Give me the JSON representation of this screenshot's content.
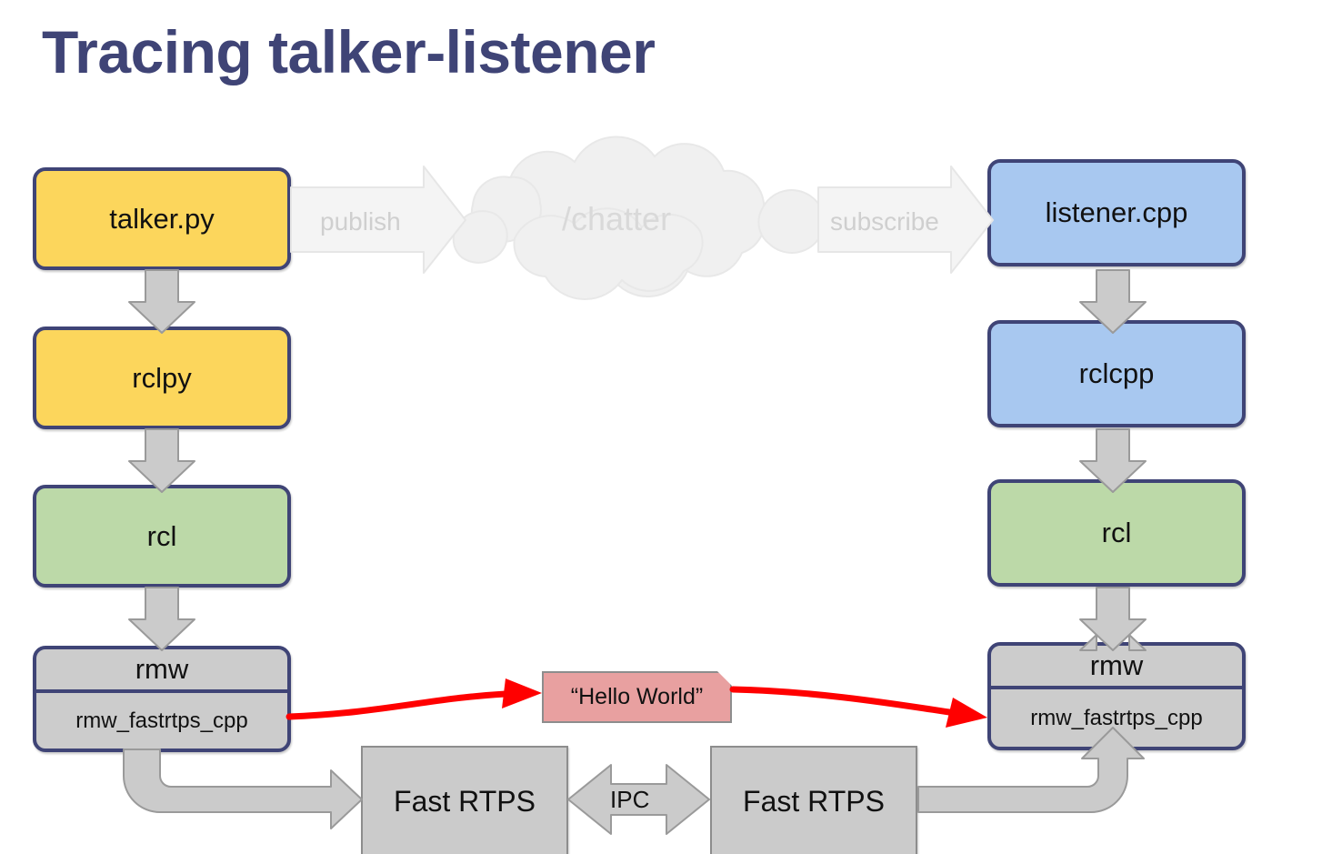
{
  "page": {
    "title": "Tracing talker-listener",
    "background": "#ffffff"
  },
  "colors": {
    "title": "#3f4476",
    "node_border": "#3f4476",
    "python_node": "#fcd65c",
    "cpp_node": "#a8c8f0",
    "rcl_node": "#bcd9a8",
    "rmw_node": "#cccccc",
    "plain_node": "#cbcbcb",
    "message_node": "#e8a0a0",
    "message_arrow": "#ff0000",
    "block_arrow": "#cbcbcb",
    "faded": "#e6e6e6"
  },
  "diagram": {
    "type": "flow-diagram",
    "left_stack": {
      "name": "talker-stack",
      "nodes": [
        {
          "id": "talker-py",
          "label": "talker.py",
          "style": "yellow"
        },
        {
          "id": "rclpy",
          "label": "rclpy",
          "style": "yellow"
        },
        {
          "id": "rcl-left",
          "label": "rcl",
          "style": "green"
        },
        {
          "id": "rmw-left",
          "label": "rmw",
          "sublabel": "rmw_fastrtps_cpp",
          "style": "grey"
        }
      ]
    },
    "right_stack": {
      "name": "listener-stack",
      "nodes": [
        {
          "id": "listener-cpp",
          "label": "listener.cpp",
          "style": "blue"
        },
        {
          "id": "rclcpp",
          "label": "rclcpp",
          "style": "blue"
        },
        {
          "id": "rcl-right",
          "label": "rcl",
          "style": "green"
        },
        {
          "id": "rmw-right",
          "label": "rmw",
          "sublabel": "rmw_fastrtps_cpp",
          "style": "grey"
        }
      ]
    },
    "transport": {
      "left_box": "Fast RTPS",
      "right_box": "Fast RTPS",
      "link_label": "IPC"
    },
    "topic": {
      "cloud_label": "/chatter",
      "publish_label": "publish",
      "subscribe_label": "subscribe"
    },
    "message": {
      "label": "“Hello World”"
    },
    "edges": [
      {
        "from": "talker-py",
        "to": "rclpy",
        "kind": "block-arrow-down"
      },
      {
        "from": "rclpy",
        "to": "rcl-left",
        "kind": "block-arrow-down"
      },
      {
        "from": "rcl-left",
        "to": "rmw-left",
        "kind": "block-arrow-down"
      },
      {
        "from": "rmw-left",
        "to": "fast-rtps-left",
        "kind": "block-arrow-elbow"
      },
      {
        "from": "fast-rtps-left",
        "to": "fast-rtps-right",
        "kind": "double-block-arrow",
        "label": "IPC"
      },
      {
        "from": "fast-rtps-right",
        "to": "rmw-right",
        "kind": "block-arrow-elbow"
      },
      {
        "from": "rmw-right",
        "to": "rcl-right",
        "kind": "block-arrow-up"
      },
      {
        "from": "rcl-right",
        "to": "rclcpp",
        "kind": "block-arrow-up"
      },
      {
        "from": "rclcpp",
        "to": "listener-cpp",
        "kind": "block-arrow-up"
      },
      {
        "from": "talker-py",
        "to": "chatter-cloud",
        "kind": "faded-arrow",
        "label": "publish"
      },
      {
        "from": "chatter-cloud",
        "to": "listener-cpp",
        "kind": "faded-arrow",
        "label": "subscribe"
      },
      {
        "from": "rmw-left",
        "to": "hello-world",
        "kind": "red-curve"
      },
      {
        "from": "hello-world",
        "to": "rmw-right",
        "kind": "red-curve"
      }
    ]
  }
}
